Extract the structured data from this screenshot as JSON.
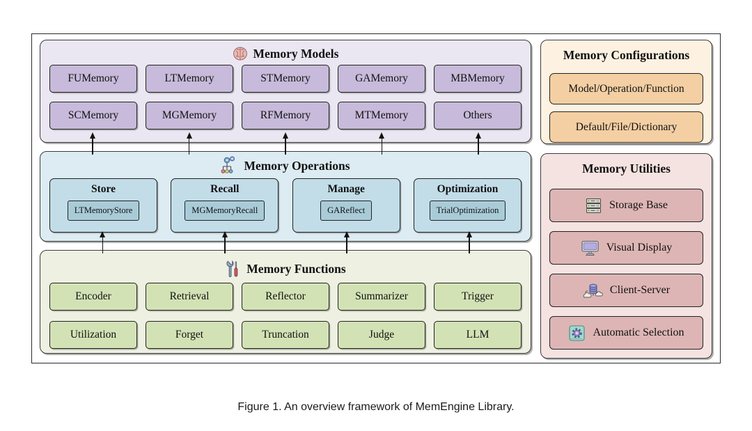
{
  "figure": {
    "memory_models": {
      "title": "Memory Models",
      "icon": "brain-icon",
      "boxes": [
        "FUMemory",
        "LTMemory",
        "STMemory",
        "GAMemory",
        "MBMemory",
        "SCMemory",
        "MGMemory",
        "RFMemory",
        "MTMemory",
        "Others"
      ]
    },
    "memory_operations": {
      "title": "Memory Operations",
      "icon": "gears-workflow-icon",
      "groups": [
        {
          "label": "Store",
          "example": "LTMemoryStore"
        },
        {
          "label": "Recall",
          "example": "MGMemoryRecall"
        },
        {
          "label": "Manage",
          "example": "GAReflect"
        },
        {
          "label": "Optimization",
          "example": "TrialOptimization"
        }
      ]
    },
    "memory_functions": {
      "title": "Memory Functions",
      "icon": "tools-icon",
      "boxes": [
        "Encoder",
        "Retrieval",
        "Reflector",
        "Summarizer",
        "Trigger",
        "Utilization",
        "Forget",
        "Truncation",
        "Judge",
        "LLM"
      ]
    },
    "memory_configurations": {
      "title": "Memory Configurations",
      "boxes": [
        "Model/Operation/Function",
        "Default/File/Dictionary"
      ]
    },
    "memory_utilities": {
      "title": "Memory Utilities",
      "items": [
        {
          "label": "Storage Base",
          "icon": "server-stack-icon"
        },
        {
          "label": "Visual Display",
          "icon": "monitor-icon"
        },
        {
          "label": "Client-Server",
          "icon": "client-server-icon"
        },
        {
          "label": "Automatic Selection",
          "icon": "auto-select-icon"
        }
      ]
    }
  },
  "caption": "Figure 1. An overview framework of MemEngine Library.",
  "colors": {
    "models-panel": "#eae7f2",
    "models-box": "#c7bada",
    "ops-panel": "#ddecf2",
    "ops-box": "#c2dde8",
    "ops-subbox": "#a9cbd8",
    "func-panel": "#eef1e1",
    "func-box": "#d3e2b5",
    "config-panel": "#fdf2e1",
    "config-box": "#f3cfa3",
    "util-panel": "#f5e3e1",
    "util-box": "#ddb5b5",
    "box-border": "#222222",
    "panel-border": "#3c3c3c"
  }
}
